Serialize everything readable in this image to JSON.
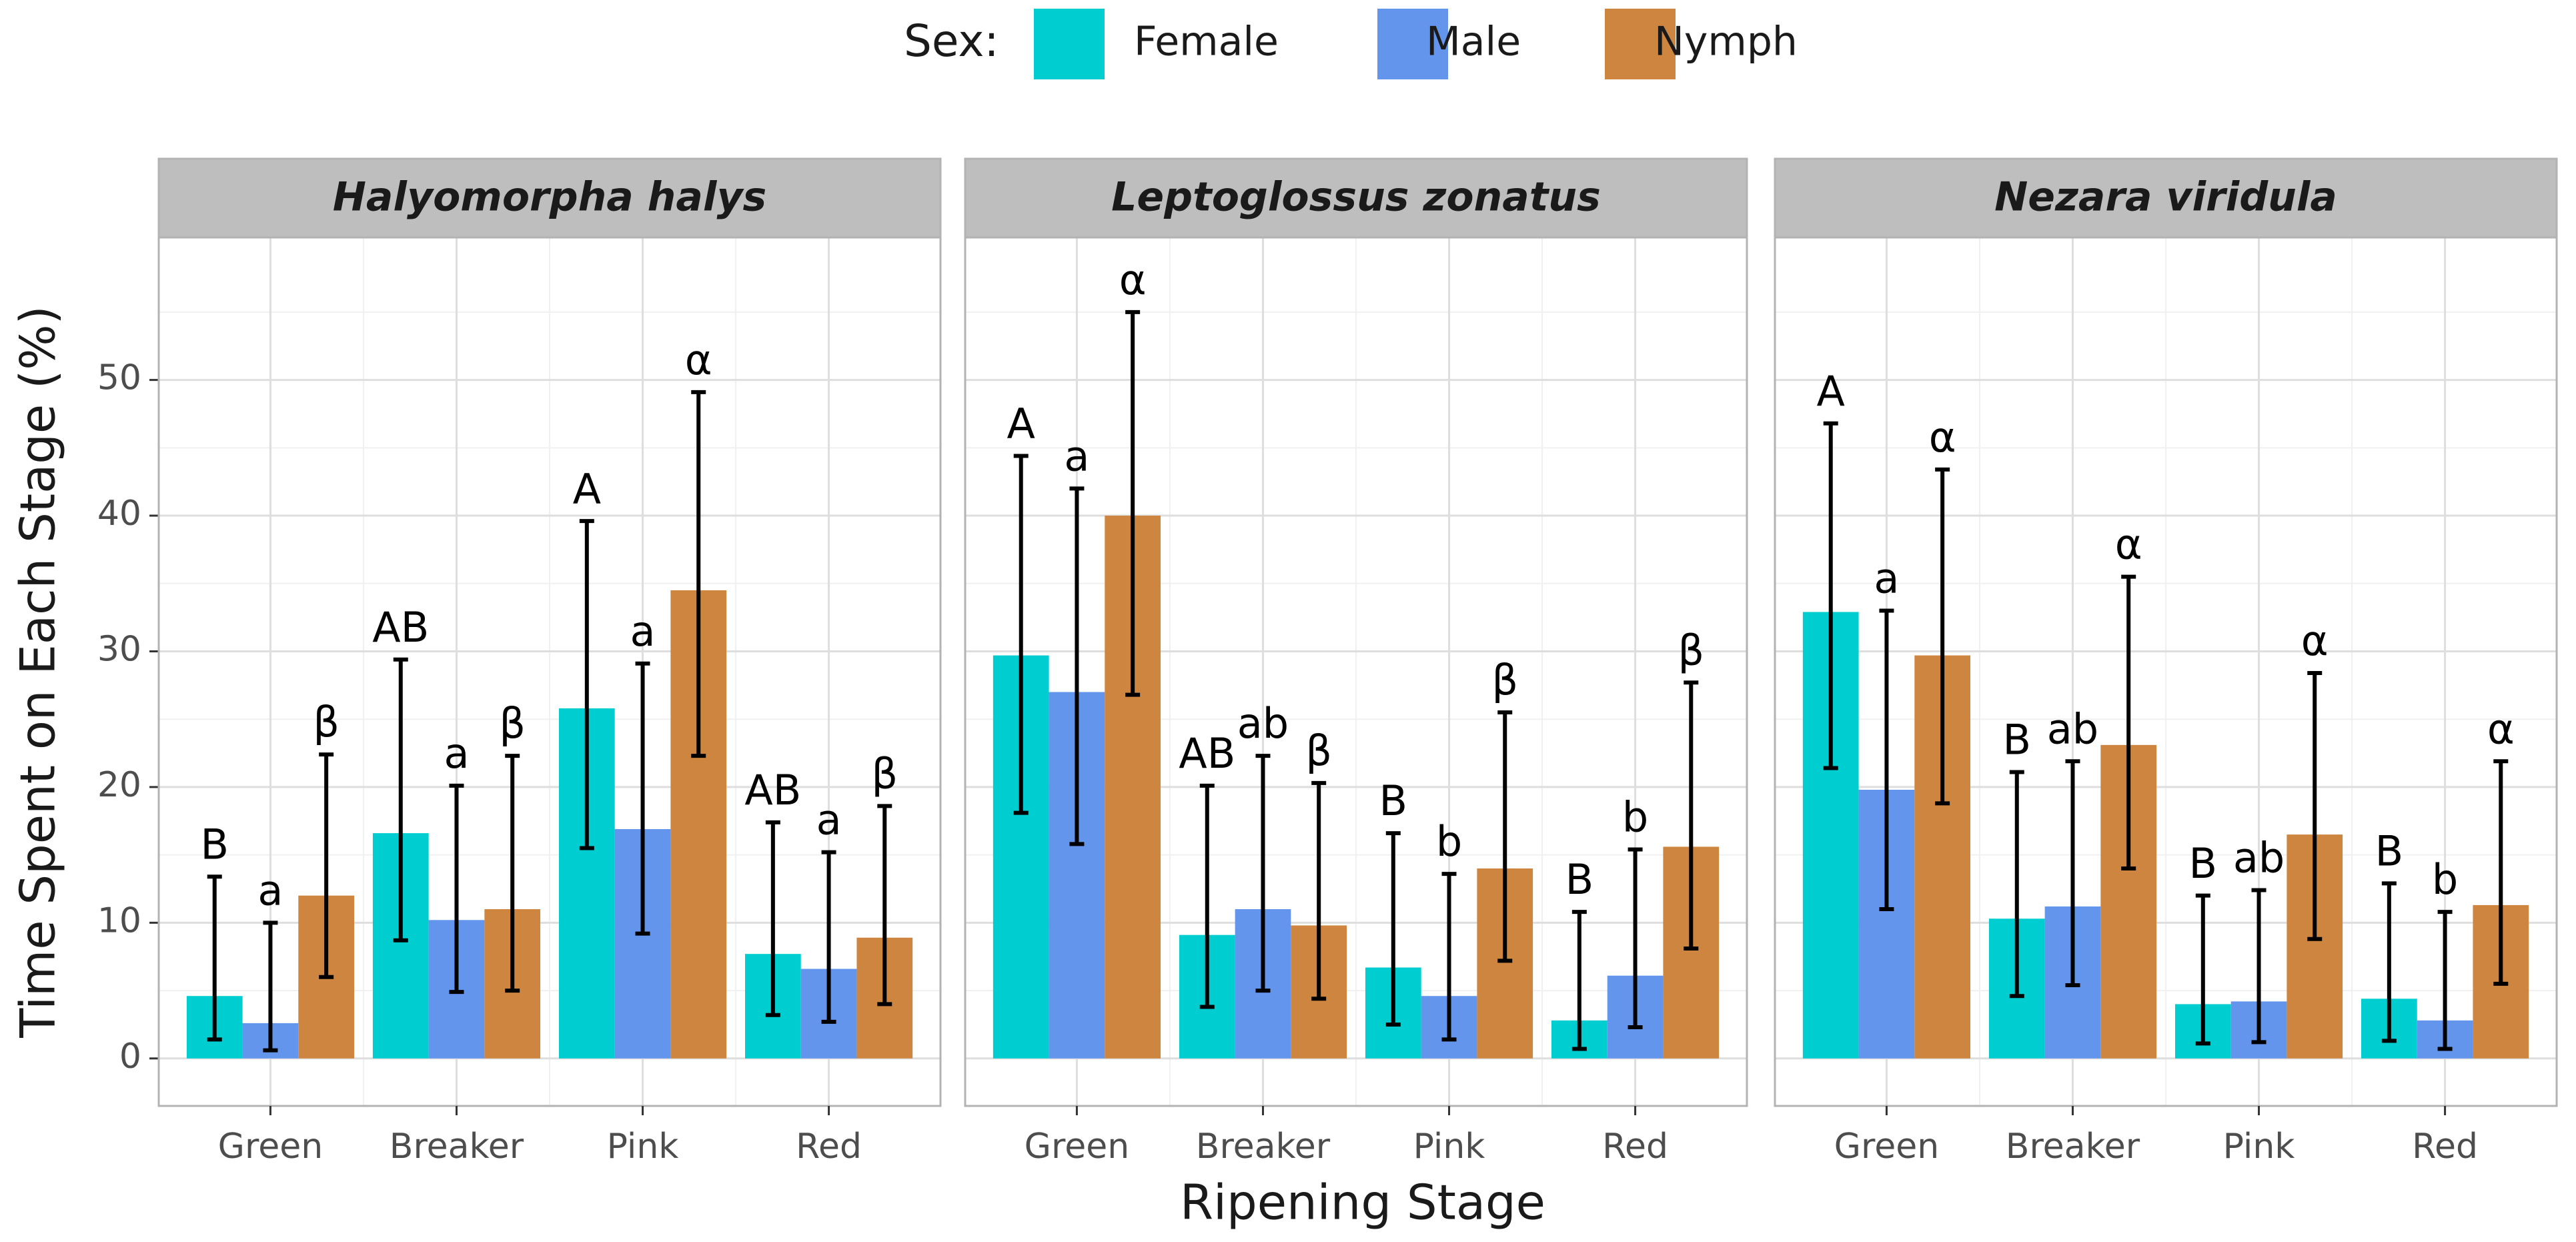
{
  "legend": {
    "title": "Sex:",
    "entries": [
      {
        "name": "Female",
        "color": "#00CDD0"
      },
      {
        "name": "Male",
        "color": "#6495ED"
      },
      {
        "name": "Nymph",
        "color": "#CD853F"
      }
    ]
  },
  "axis": {
    "xlabel": "Ripening Stage",
    "ylabel": "Time Spent on Each Stage (%)",
    "yticks": [
      "0",
      "10",
      "20",
      "30",
      "40",
      "50"
    ]
  },
  "chart_data": {
    "type": "bar",
    "categories": [
      "Green",
      "Breaker",
      "Pink",
      "Red"
    ],
    "series_names": [
      "Female",
      "Male",
      "Nymph"
    ],
    "series_colors": [
      "#00CDD0",
      "#6495ED",
      "#CD853F"
    ],
    "ylim": [
      -3.5,
      60.5
    ],
    "y_major_ticks": [
      0,
      10,
      20,
      30,
      40,
      50
    ],
    "y_minor_ticks": [
      5,
      15,
      25,
      35,
      45,
      55
    ],
    "grid": true,
    "legend_position": "top",
    "xlabel": "Ripening Stage",
    "ylabel": "Time Spent on Each Stage (%)",
    "panels": [
      {
        "title": "Halyomorpha halys",
        "series": [
          {
            "name": "Female",
            "values": [
              4.6,
              16.6,
              25.8,
              7.7
            ],
            "lower": [
              1.4,
              8.7,
              15.5,
              3.2
            ],
            "upper": [
              13.4,
              29.4,
              39.6,
              17.4
            ],
            "letters": [
              "B",
              "AB",
              "A",
              "AB"
            ]
          },
          {
            "name": "Male",
            "values": [
              2.6,
              10.2,
              16.9,
              6.6
            ],
            "lower": [
              0.6,
              4.9,
              9.2,
              2.7
            ],
            "upper": [
              10.0,
              20.1,
              29.1,
              15.2
            ],
            "letters": [
              "a",
              "a",
              "a",
              "a"
            ]
          },
          {
            "name": "Nymph",
            "values": [
              12.0,
              11.0,
              34.5,
              8.9
            ],
            "lower": [
              6.0,
              5.0,
              22.3,
              4.0
            ],
            "upper": [
              22.4,
              22.3,
              49.1,
              18.6
            ],
            "letters": [
              "β",
              "β",
              "α",
              "β"
            ]
          }
        ]
      },
      {
        "title": "Leptoglossus zonatus",
        "series": [
          {
            "name": "Female",
            "values": [
              29.7,
              9.1,
              6.7,
              2.8
            ],
            "lower": [
              18.1,
              3.8,
              2.5,
              0.7
            ],
            "upper": [
              44.4,
              20.1,
              16.6,
              10.8
            ],
            "letters": [
              "A",
              "AB",
              "B",
              "B"
            ]
          },
          {
            "name": "Male",
            "values": [
              27.0,
              11.0,
              4.6,
              6.1
            ],
            "lower": [
              15.8,
              5.0,
              1.4,
              2.3
            ],
            "upper": [
              42.0,
              22.3,
              13.6,
              15.4
            ],
            "letters": [
              "a",
              "ab",
              "b",
              "b"
            ]
          },
          {
            "name": "Nymph",
            "values": [
              40.0,
              9.8,
              14.0,
              15.6
            ],
            "lower": [
              26.8,
              4.4,
              7.2,
              8.1
            ],
            "upper": [
              55.0,
              20.3,
              25.5,
              27.7
            ],
            "letters": [
              "α",
              "β",
              "β",
              "β"
            ]
          }
        ]
      },
      {
        "title": "Nezara viridula",
        "series": [
          {
            "name": "Female",
            "values": [
              32.9,
              10.3,
              4.0,
              4.4
            ],
            "lower": [
              21.4,
              4.6,
              1.1,
              1.3
            ],
            "upper": [
              46.8,
              21.1,
              12.0,
              12.9
            ],
            "letters": [
              "A",
              "B",
              "B",
              "B"
            ]
          },
          {
            "name": "Male",
            "values": [
              19.8,
              11.2,
              4.2,
              2.8
            ],
            "lower": [
              11.0,
              5.4,
              1.2,
              0.7
            ],
            "upper": [
              33.0,
              21.9,
              12.4,
              10.8
            ],
            "letters": [
              "a",
              "ab",
              "ab",
              "b"
            ]
          },
          {
            "name": "Nymph",
            "values": [
              29.7,
              23.1,
              16.5,
              11.3
            ],
            "lower": [
              18.8,
              14.0,
              8.8,
              5.5
            ],
            "upper": [
              43.4,
              35.5,
              28.4,
              21.9
            ],
            "letters": [
              "α",
              "α",
              "α",
              "α"
            ]
          }
        ]
      }
    ]
  }
}
